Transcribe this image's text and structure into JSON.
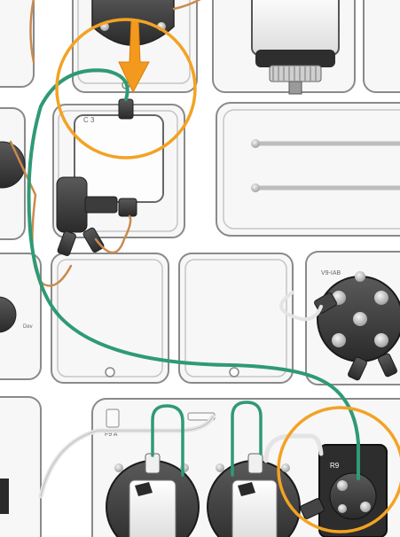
{
  "labels": {
    "c_label": "C 3",
    "v9_label": "V9-IAB",
    "dev_label": "Dev",
    "f9_label": "F9 A",
    "r9_label": "R9"
  },
  "colors": {
    "background": "#ffffff",
    "panel_fill": "#f7f7f7",
    "panel_stroke": "#8a8a8a",
    "dark_module": "#3a3a3a",
    "tubing_green": "#2f9a75",
    "tubing_orange": "#c98a4e",
    "tubing_white": "#e4e4e4",
    "highlight_ring": "#f3a224"
  },
  "icons": [
    "arrow-down-icon",
    "valve-icon",
    "sensor-block-icon",
    "tubing-icon",
    "pump-head-icon"
  ]
}
